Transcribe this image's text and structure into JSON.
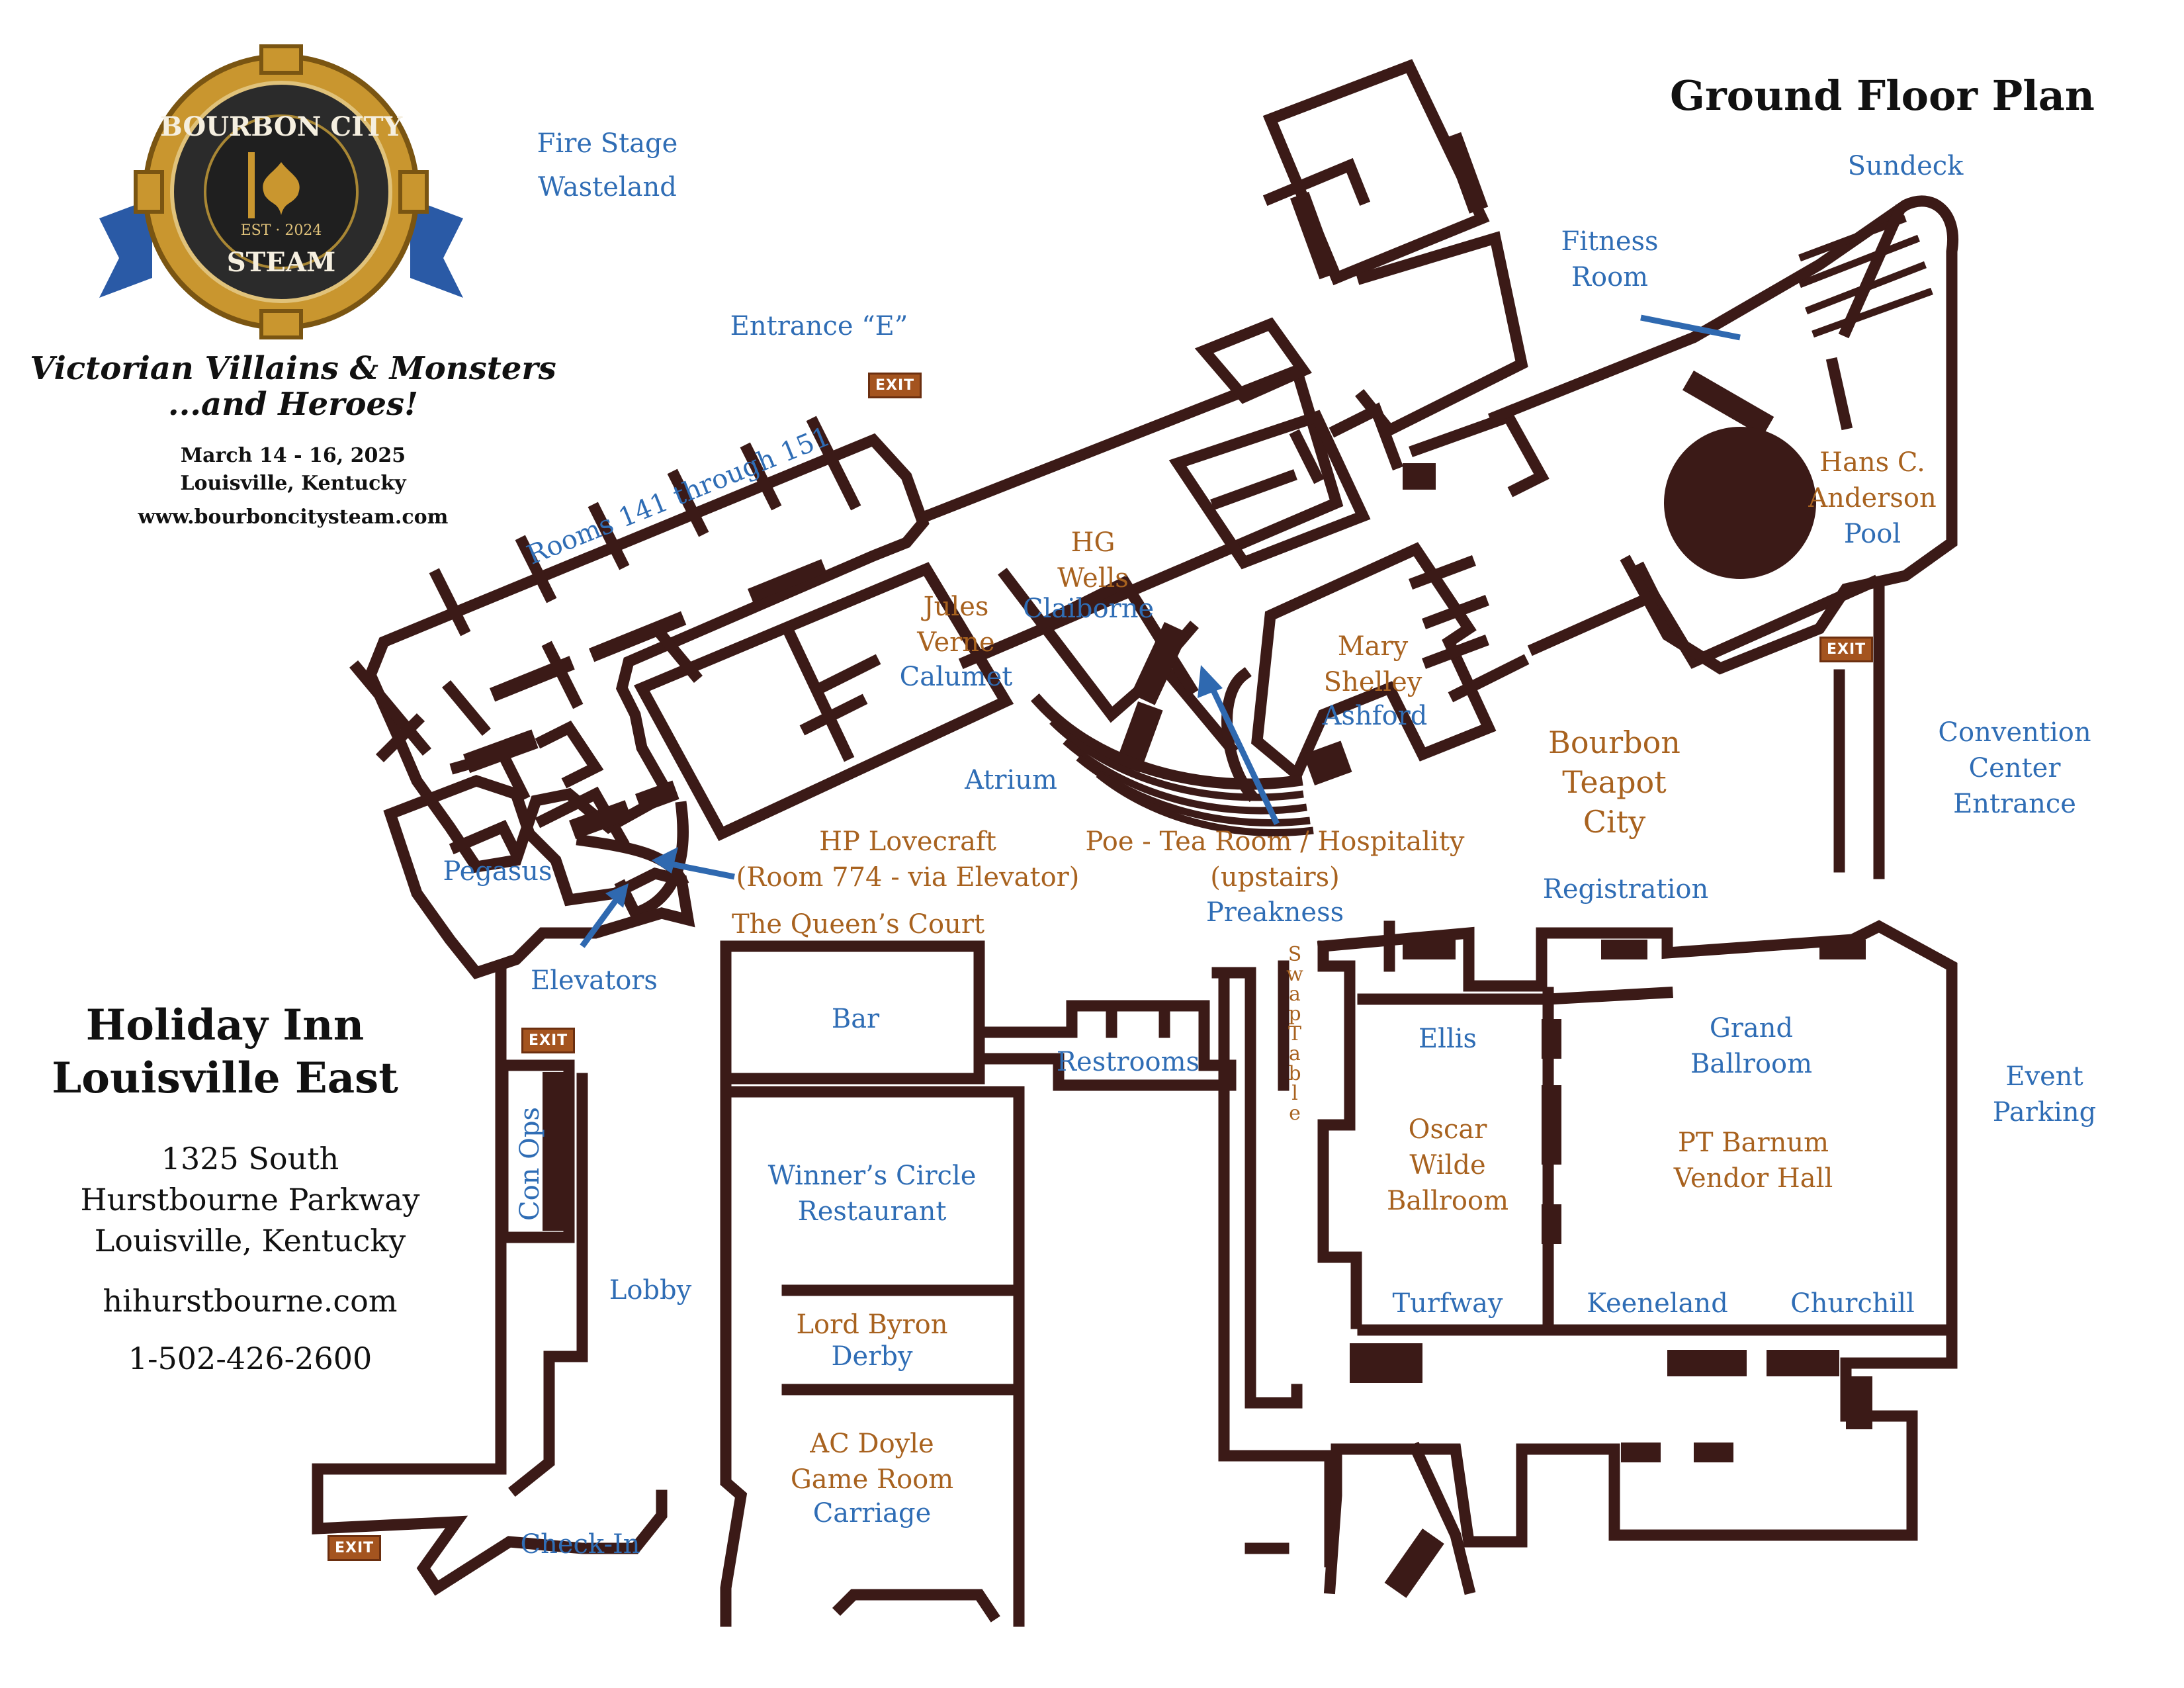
{
  "map_title": "Ground Floor Plan",
  "logo": {
    "ring_text_top": "BOURBON CITY",
    "ring_text_bottom": "STEAM",
    "established": "EST · 2024"
  },
  "event": {
    "tagline": "Victorian Villains & Monsters\n...and Heroes!",
    "dates": "March 14 - 16, 2025\nLouisville, Kentucky",
    "website": "www.bourboncitysteam.com"
  },
  "hotel": {
    "name": "Holiday Inn\nLouisville East",
    "address": "1325 South\nHurstbourne Parkway\nLouisville, Kentucky",
    "website": "hihurstbourne.com",
    "phone": "1-502-426-2600"
  },
  "exit_sign": "EXIT",
  "labels": {
    "fire_stage": "Fire Stage",
    "wasteland": "Wasteland",
    "entrance_e": "Entrance “E”",
    "rooms": "Rooms 141 through 151",
    "jules_verne": "Jules\nVerne",
    "calumet": "Calumet",
    "hg_wells": "HG\nWells",
    "claiborne": "Claiborne",
    "mary_shelley": "Mary\nShelley",
    "ashford": "Ashford",
    "fitness_room": "Fitness\nRoom",
    "sundeck": "Sundeck",
    "hans_anderson": "Hans C.\nAnderson",
    "pool": "Pool",
    "bourbon_teapot": "Bourbon\nTeapot\nCity",
    "convention_center": "Convention\nCenter\nEntrance",
    "atrium": "Atrium",
    "pegasus": "Pegasus",
    "hp_lovecraft": "HP Lovecraft\n(Room 774 - via Elevator)",
    "poe": "Poe - Tea Room / Hospitality\n(upstairs)",
    "preakness": "Preakness",
    "registration": "Registration",
    "queens_court": "The Queen’s Court",
    "elevators": "Elevators",
    "bar": "Bar",
    "restrooms": "Restrooms",
    "swap_table": "Swap Table",
    "ellis": "Ellis",
    "grand_ballroom": "Grand\nBallroom",
    "event_parking": "Event\nParking",
    "oscar_wilde": "Oscar\nWilde\nBallroom",
    "pt_barnum": "PT Barnum\nVendor Hall",
    "winners_circle": "Winner’s Circle\nRestaurant",
    "con_ops": "Con Ops",
    "lobby": "Lobby",
    "lord_byron": "Lord Byron",
    "derby": "Derby",
    "turfway": "Turfway",
    "keeneland": "Keeneland",
    "churchill": "Churchill",
    "ac_doyle": "AC Doyle\nGame Room",
    "carriage": "Carriage",
    "check_in": "Check-In"
  },
  "colors": {
    "wall": "#3b1a17",
    "venue_label": "#2f6db5",
    "event_label": "#a8621f",
    "exit_sign": "#a4541f"
  }
}
